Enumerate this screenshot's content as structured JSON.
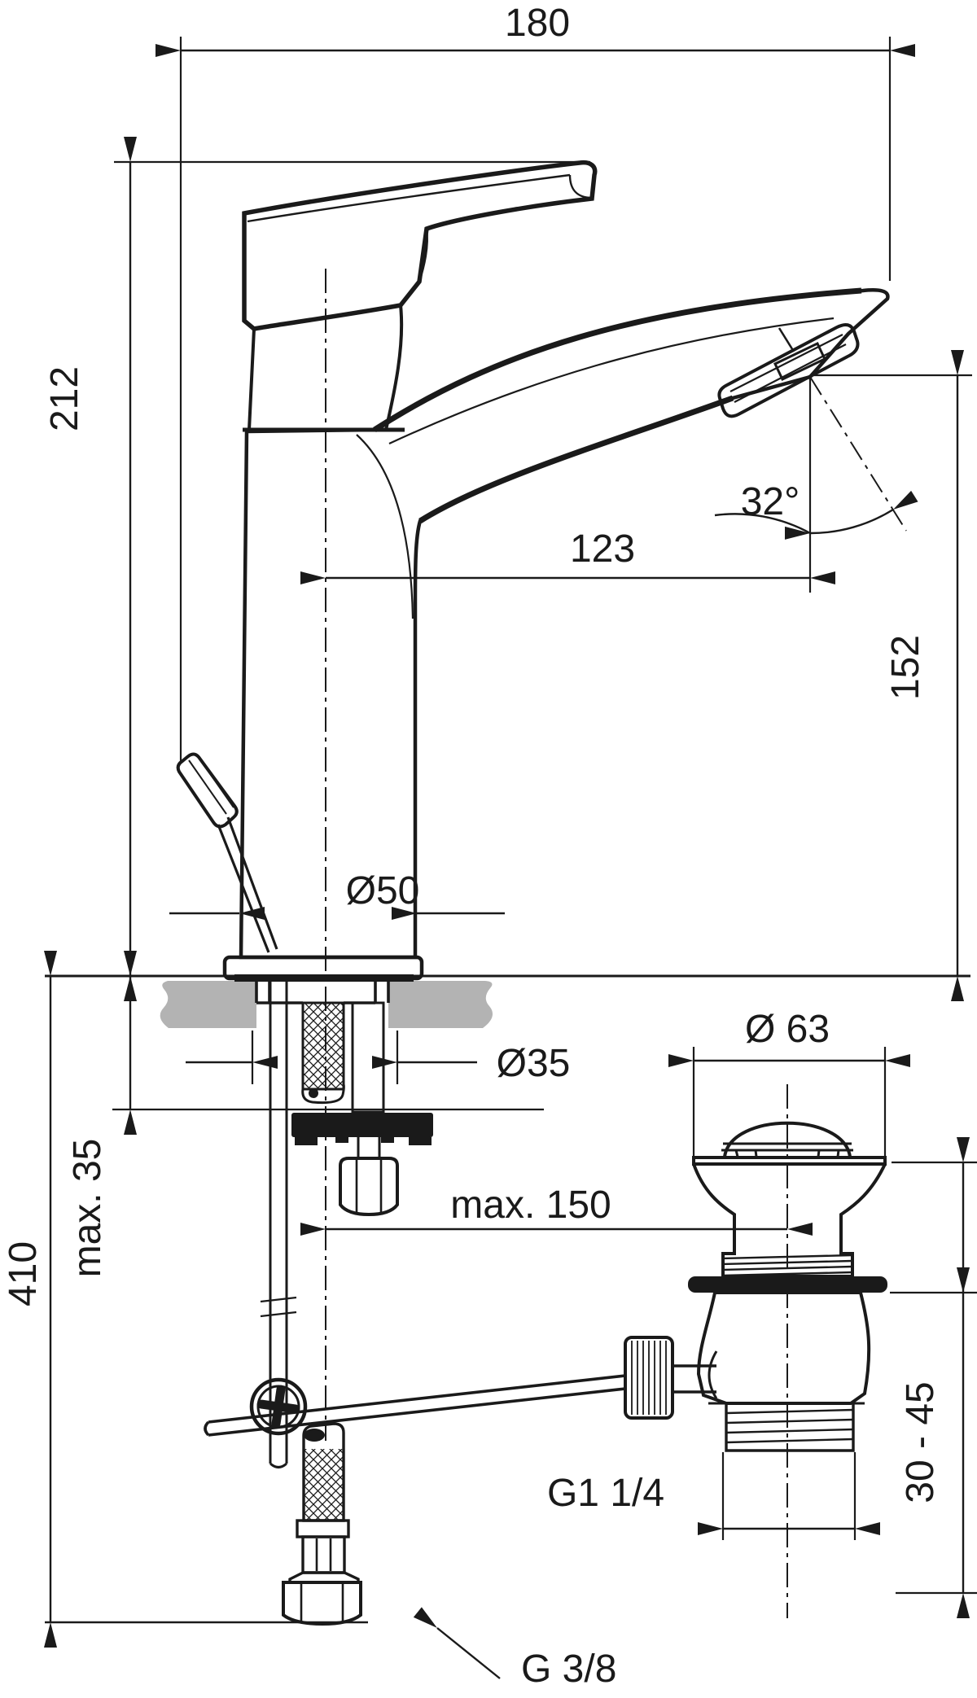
{
  "drawing": {
    "type": "technical-dimension-drawing",
    "subject": "single-lever basin mixer tap with pop-up waste, side view with installation parts",
    "colors": {
      "line": "#1a1a1a",
      "counter_fill": "#b3b3b3",
      "background": "#ffffff"
    },
    "labels": {
      "width_overall": "180",
      "height_body": "212",
      "spout_reach": "123",
      "spout_angle": "32°",
      "spout_height": "152",
      "base_diameter": "Ø50",
      "hole_diameter": "Ø35",
      "waste_cap_diameter": "Ø 63",
      "deck_thickness_max": "max. 35",
      "supply_height": "410",
      "waste_distance_max": "max. 150",
      "basin_clamp_range": "30 - 45",
      "waste_thread": "G1 1/4",
      "supply_thread": "G 3/8"
    }
  }
}
